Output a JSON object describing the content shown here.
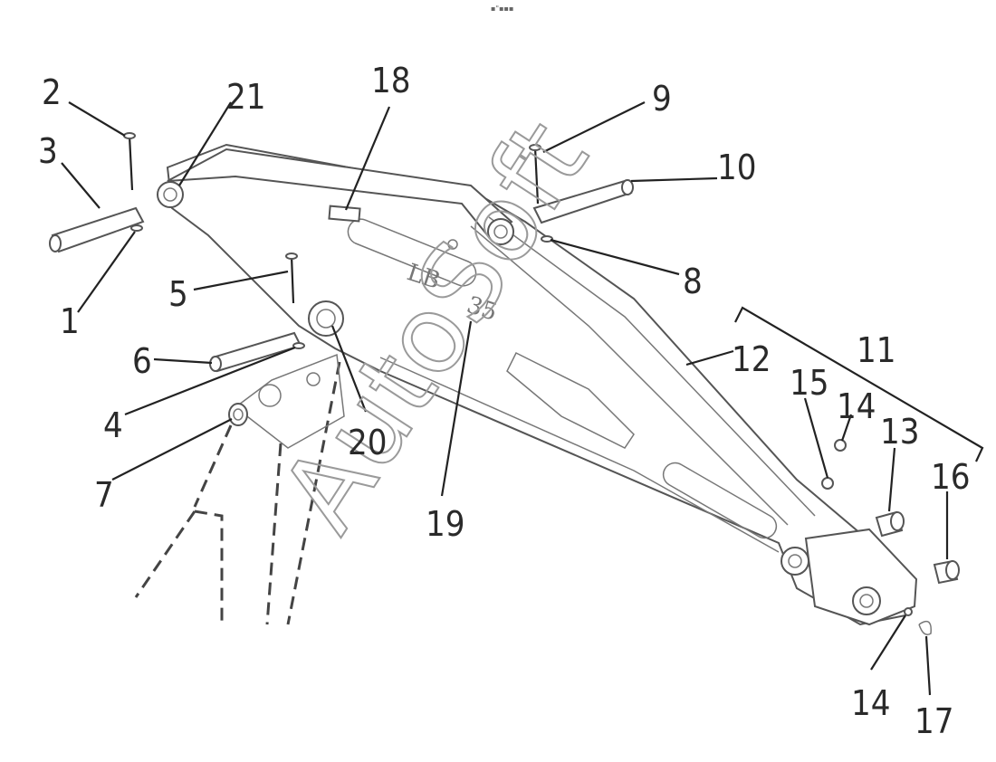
{
  "header_mark": "▪\"▪▪▪",
  "watermark": "AutoSoft",
  "arm_markings": {
    "model": "LB",
    "size": "35"
  },
  "callouts": [
    "1",
    "2",
    "3",
    "4",
    "5",
    "6",
    "7",
    "8",
    "9",
    "10",
    "11",
    "12",
    "13",
    "14",
    "14",
    "15",
    "16",
    "17",
    "18",
    "19",
    "20",
    "21"
  ]
}
